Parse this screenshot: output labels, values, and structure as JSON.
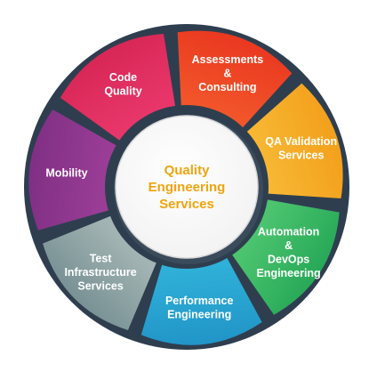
{
  "center": {
    "lines": [
      "Quality",
      "Engineering",
      "Services"
    ],
    "text_color": "#f0a40c"
  },
  "segments": [
    {
      "name": "assessments-consulting",
      "lines": [
        "Assessments",
        "&",
        "Consulting"
      ],
      "color": "#e8321e",
      "color_light": "#f2552a"
    },
    {
      "name": "qa-validation-services",
      "lines": [
        "QA Validation",
        "Services"
      ],
      "color": "#f29b16",
      "color_light": "#f7b733"
    },
    {
      "name": "automation-devops-engineering",
      "lines": [
        "Automation",
        "&",
        "DevOps",
        "Engineering"
      ],
      "color": "#1fa352",
      "color_light": "#4cc46f"
    },
    {
      "name": "performance-engineering",
      "lines": [
        "Performance",
        "Engineering"
      ],
      "color": "#1e8fc4",
      "color_light": "#2fb0d8"
    },
    {
      "name": "test-infrastructure-services",
      "lines": [
        "Test",
        "Infrastructure",
        "Services"
      ],
      "color": "#6f8a8e",
      "color_light": "#a3b4b3"
    },
    {
      "name": "mobility",
      "lines": [
        "Mobility"
      ],
      "color": "#7a2d80",
      "color_light": "#9a3d96"
    },
    {
      "name": "code-quality",
      "lines": [
        "Code",
        "Quality"
      ],
      "color": "#d42452",
      "color_light": "#e8366a"
    }
  ],
  "colors": {
    "ring": "#2e3e4f",
    "ring_inner": "#3a4b5c",
    "center_fill": "#f2f2f2"
  }
}
